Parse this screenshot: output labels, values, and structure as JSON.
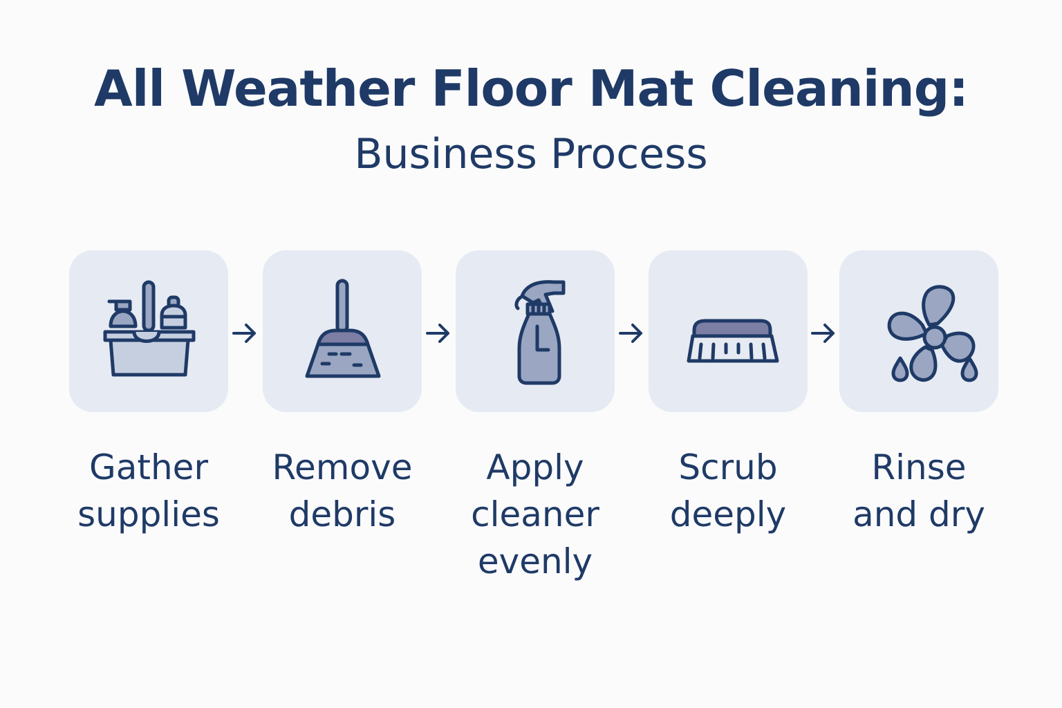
{
  "title": "All Weather Floor Mat Cleaning:",
  "subtitle": "Business Process",
  "colors": {
    "text": "#1f3a66",
    "tile_background": "#e6eaf2",
    "icon_stroke": "#1f3a66",
    "icon_fill_light": "#c6cfe0",
    "icon_fill_mid": "#9aa6c2",
    "icon_fill_dark": "#7c7ea4"
  },
  "steps": [
    {
      "icon": "cleaning-bucket-icon",
      "label_lines": [
        "Gather",
        "supplies"
      ]
    },
    {
      "icon": "dustpan-icon",
      "label_lines": [
        "Remove",
        "debris"
      ]
    },
    {
      "icon": "spray-bottle-icon",
      "label_lines": [
        "Apply",
        "cleaner",
        "evenly"
      ]
    },
    {
      "icon": "scrub-brush-icon",
      "label_lines": [
        "Scrub",
        "deeply"
      ]
    },
    {
      "icon": "fan-drops-icon",
      "label_lines": [
        "Rinse",
        "and dry"
      ]
    }
  ],
  "connector_icon": "arrow-right-icon"
}
